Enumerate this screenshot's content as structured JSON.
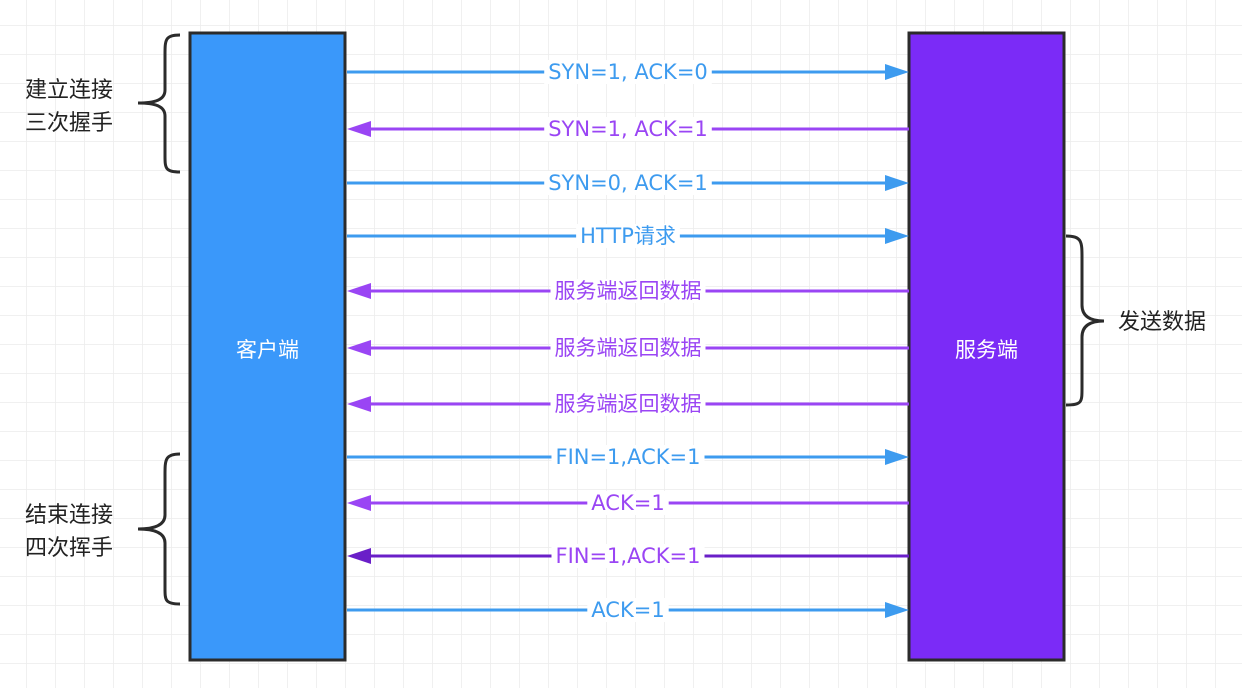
{
  "actors": {
    "client": {
      "label": "客户端",
      "color": "#3a98fa"
    },
    "server": {
      "label": "服务端",
      "color": "#7b2bf7"
    }
  },
  "colors": {
    "to_server": "#3d9bef",
    "to_client": "#9a45f4",
    "to_client_dark": "#6a1fc8"
  },
  "groups": {
    "connect": {
      "line1": "建立连接",
      "line2": "三次握手"
    },
    "data": {
      "label": "发送数据"
    },
    "close": {
      "line1": "结束连接",
      "line2": "四次挥手"
    }
  },
  "messages": [
    {
      "label": "SYN=1, ACK=0",
      "direction": "to_server"
    },
    {
      "label": "SYN=1, ACK=1",
      "direction": "to_client"
    },
    {
      "label": "SYN=0, ACK=1",
      "direction": "to_server"
    },
    {
      "label": "HTTP请求",
      "direction": "to_server"
    },
    {
      "label": "服务端返回数据",
      "direction": "to_client"
    },
    {
      "label": "服务端返回数据",
      "direction": "to_client"
    },
    {
      "label": "服务端返回数据",
      "direction": "to_client"
    },
    {
      "label": "FIN=1,ACK=1",
      "direction": "to_server"
    },
    {
      "label": "ACK=1",
      "direction": "to_client"
    },
    {
      "label": "FIN=1,ACK=1",
      "direction": "to_client"
    },
    {
      "label": "ACK=1",
      "direction": "to_server"
    }
  ]
}
